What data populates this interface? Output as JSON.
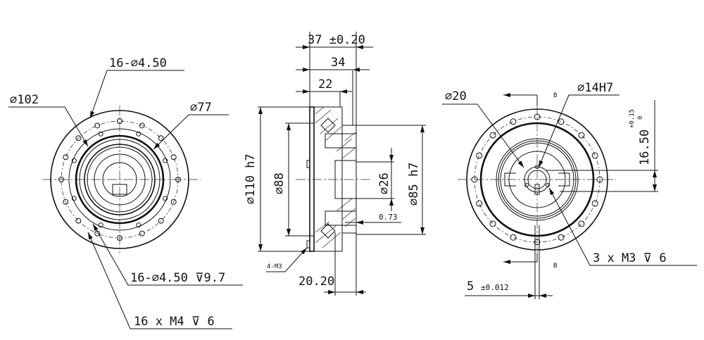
{
  "front_view": {
    "labels": {
      "holes_top": "16-⌀4.50",
      "dia_outer": "⌀102",
      "dia_pitch": "⌀77",
      "holes_depth": "16-⌀4.50 ⊽9.7",
      "threads": "16 x M4 ⊽ 6"
    }
  },
  "section_view": {
    "labels": {
      "length_total": "37 ±0.20",
      "length_34": "34",
      "length_22": "22",
      "dia_110": "⌀110 h7",
      "dia_88": "⌀88",
      "dia_26": "⌀26",
      "dia_85": "⌀85 h7",
      "gap": "0.73",
      "screws": "4-M3",
      "length_2020": "20.20"
    }
  },
  "rear_view": {
    "labels": {
      "dia_20": "⌀20",
      "dia_14": "⌀14H7",
      "section_top": "B",
      "section_bottom": "B",
      "tol_upper": "+0.15",
      "tol_lower": "0",
      "height": "16.50",
      "threads": "3 x M3 ⊽ 6",
      "width": "5",
      "width_tol": "±0.012"
    }
  }
}
